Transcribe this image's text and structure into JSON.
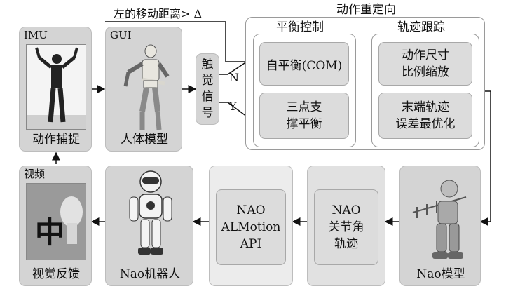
{
  "title_main": "动作重定向",
  "condition": "左的移动距离> Δ",
  "branch_n": "N",
  "branch_y": "Y",
  "imu": {
    "tag": "IMU",
    "caption": "动作捕捉"
  },
  "gui": {
    "tag": "GUI",
    "caption": "人体模型"
  },
  "touch": {
    "text": "触觉信号"
  },
  "balance": {
    "title": "平衡控制",
    "box1": "自平衡(COM)",
    "box2_l1": "三点支",
    "box2_l2": "撑平衡"
  },
  "track": {
    "title": "轨迹跟踪",
    "box1_l1": "动作尺寸",
    "box1_l2": "比例缩放",
    "box2_l1": "末端轨迹",
    "box2_l2": "误差最优化"
  },
  "video": {
    "tag": "视频",
    "caption": "视觉反馈",
    "glyph": "中"
  },
  "nao_robot": {
    "caption": "Nao机器人"
  },
  "almotion": {
    "l1": "NAO",
    "l2": "ALMotion",
    "l3": "API"
  },
  "joint": {
    "l1": "NAO",
    "l2": "关节角",
    "l3": "轨迹"
  },
  "nao_model": {
    "caption": "Nao模型"
  }
}
